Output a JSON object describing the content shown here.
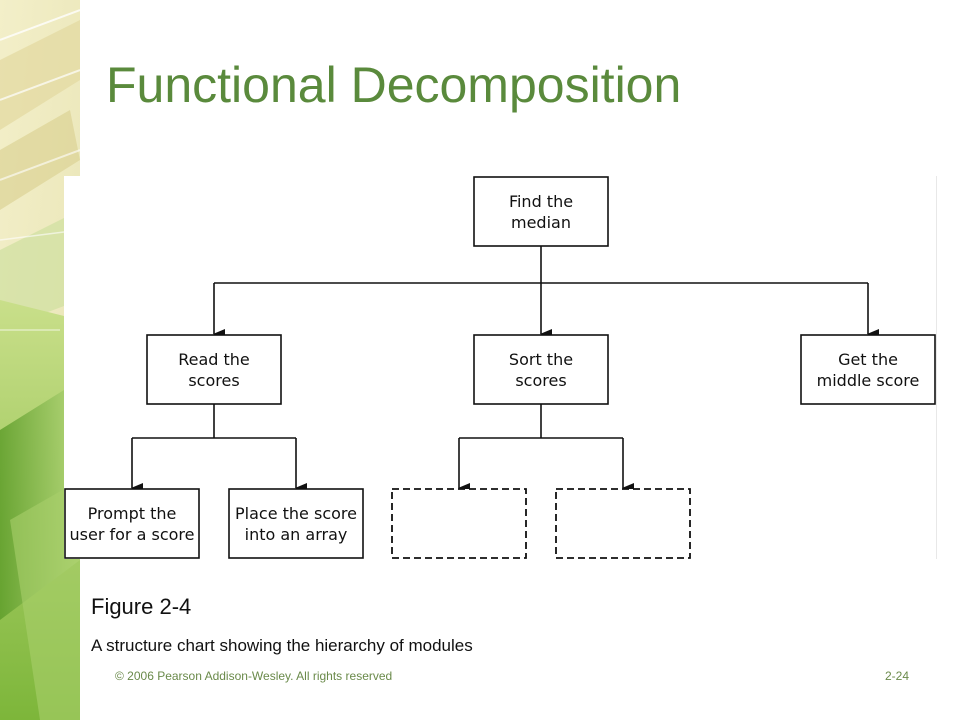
{
  "slide": {
    "title": "Functional Decomposition",
    "figure_label": "Figure 2-4",
    "caption": "A structure chart showing the hierarchy of modules",
    "footer_copyright": "© 2006 Pearson Addison-Wesley. All rights reserved",
    "page_number": "2-24"
  },
  "diagram": {
    "root": {
      "lines": [
        "Find the",
        "median"
      ]
    },
    "level1": [
      {
        "lines": [
          "Read the",
          "scores"
        ]
      },
      {
        "lines": [
          "Sort the",
          "scores"
        ]
      },
      {
        "lines": [
          "Get the",
          "middle score"
        ]
      }
    ],
    "level2": [
      {
        "lines": [
          "Prompt the",
          "user for a score"
        ],
        "style": "solid"
      },
      {
        "lines": [
          "Place the score",
          "into an array"
        ],
        "style": "solid"
      },
      {
        "lines": [],
        "style": "dashed"
      },
      {
        "lines": [],
        "style": "dashed"
      }
    ]
  },
  "colors": {
    "title": "#5a8a3c",
    "footer": "#6a8a4a",
    "side_green": "#8cc63f"
  }
}
